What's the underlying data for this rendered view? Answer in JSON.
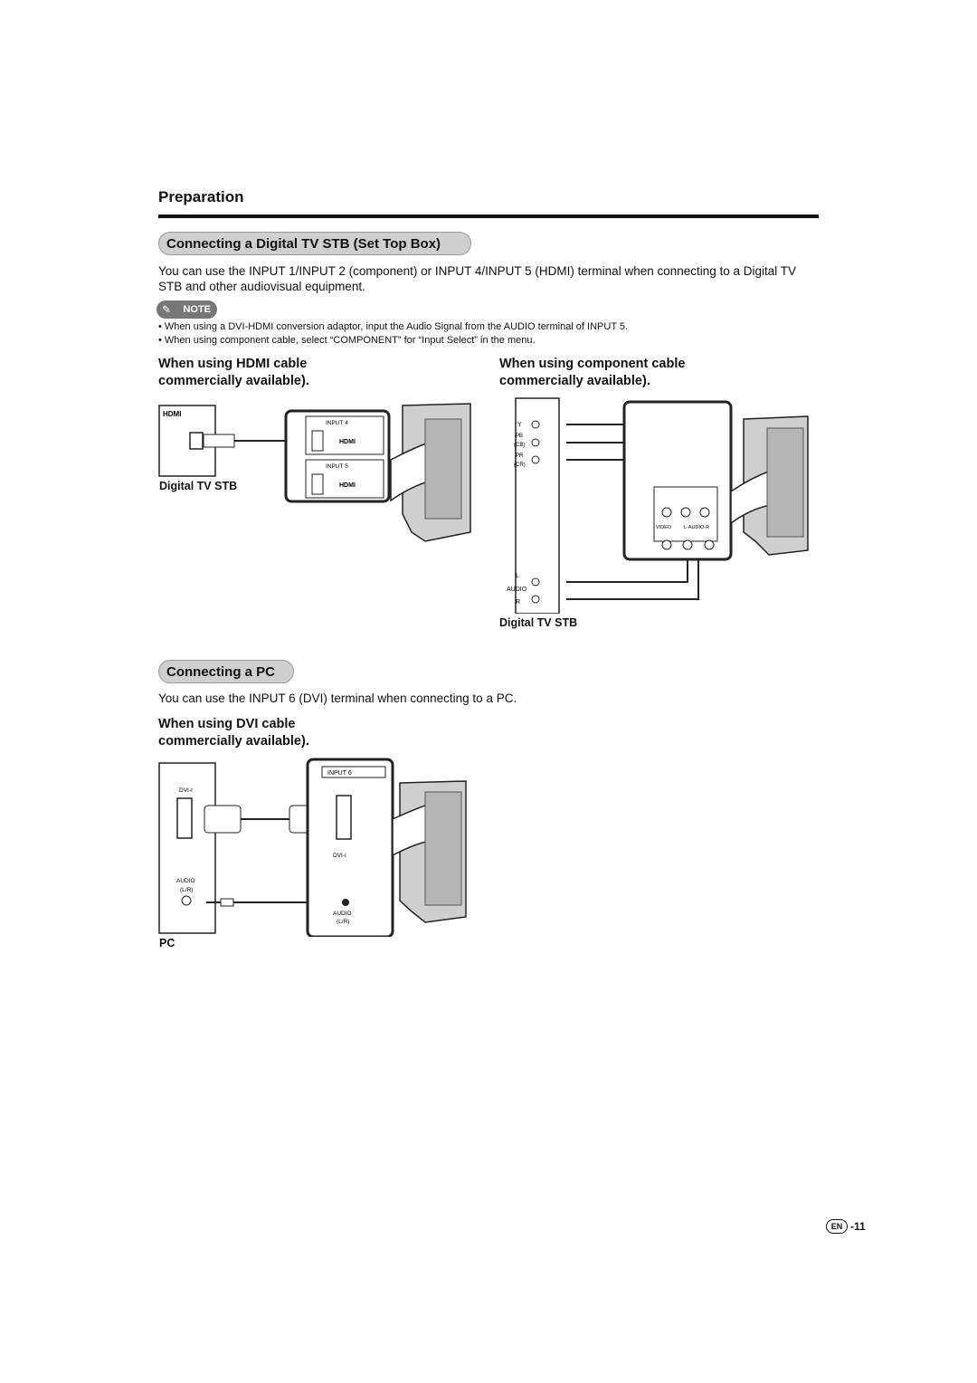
{
  "header": {
    "section": "Preparation"
  },
  "stb": {
    "heading": "Connecting a Digital TV STB (Set Top Box)",
    "intro": "You can use the INPUT 1/INPUT 2 (component) or INPUT 4/INPUT 5 (HDMI) terminal when connecting to a Digital TV STB and other audiovisual equipment.",
    "note_label": "NOTE",
    "notes": [
      "When using a DVI-HDMI conversion adaptor, input the Audio Signal from the AUDIO terminal of INPUT 5.",
      "When using component cable, select “COMPONENT” for “Input Select” in the menu."
    ],
    "hdmi_heading_1": "When using HDMI cable",
    "hdmi_heading_2": "commercially available).",
    "comp_heading_1": "When using component cable",
    "comp_heading_2": "commercially available).",
    "hdmi_device_label": "Digital TV STB",
    "comp_device_label": "Digital TV STB"
  },
  "pc": {
    "heading": "Connecting a PC",
    "intro": "You can use the INPUT 6 (DVI) terminal when connecting to a PC.",
    "dvi_heading_1": "When using DVI cable",
    "dvi_heading_2": "commercially available).",
    "device_label": "PC"
  },
  "diagram_labels": {
    "hdmi_logo": "HDMI",
    "input4": "INPUT 4",
    "input5": "INPUT 5",
    "input6": "INPUT 6",
    "y": "Y",
    "pb": "PB",
    "cb": "(CB)",
    "pr": "PR",
    "cr": "(CR)",
    "l": "L",
    "audio": "AUDIO",
    "r": "R",
    "video": "VIDEO",
    "l_audio_r": "L-AUDIO-R",
    "dvi_i": "DVI-I",
    "audio_lr": "(L/R)"
  },
  "footer": {
    "lang": "EN",
    "page": "-11"
  }
}
